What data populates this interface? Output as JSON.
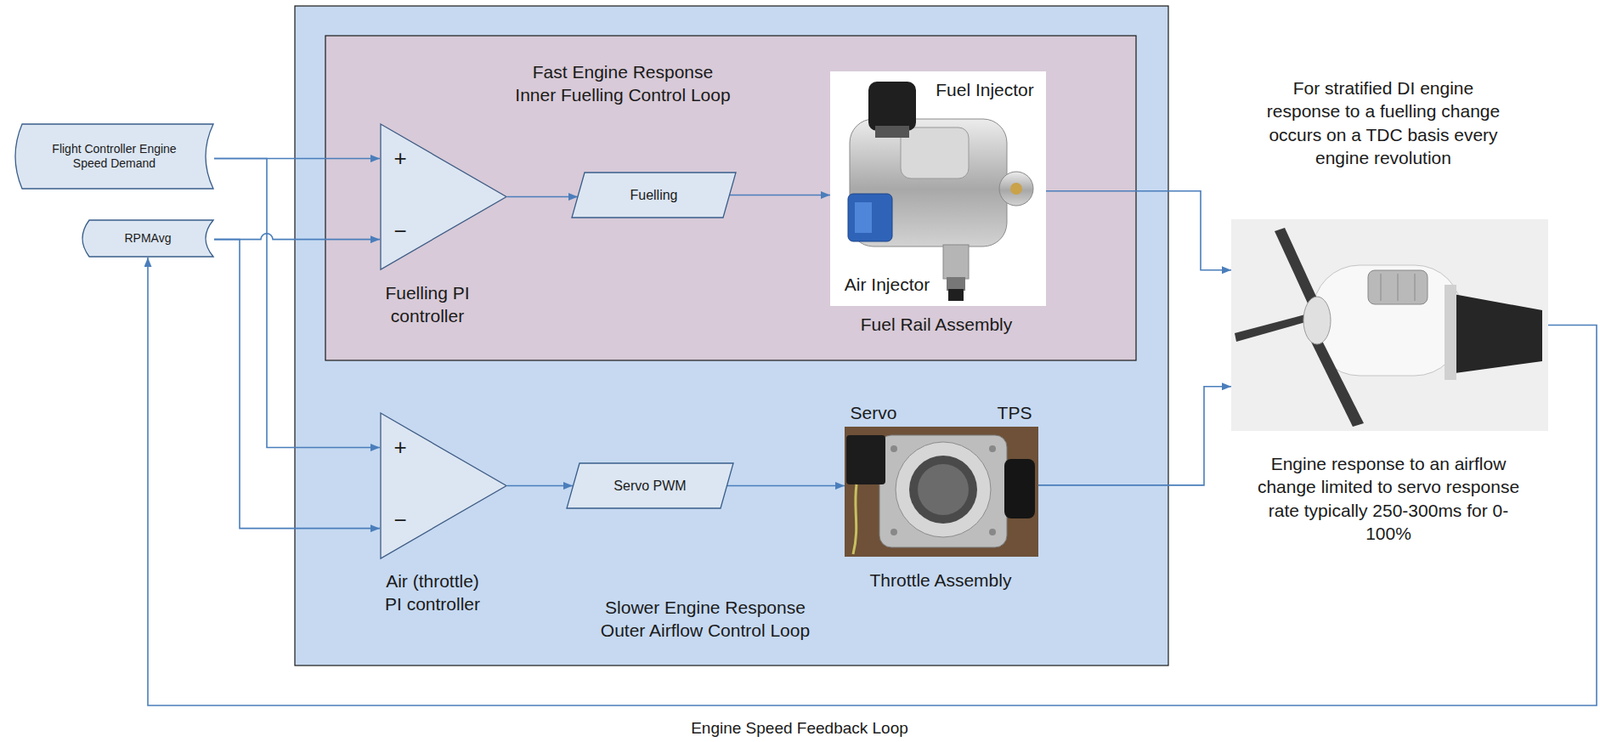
{
  "diagram": {
    "nodes": [
      {
        "text": [
          "Flight Controller Engine Speed Demand"
        ]
      },
      {
        "text": [
          "RPMAvg"
        ]
      },
      {
        "text": [
          "Slower Engine Response Outer Airflow Control Loop"
        ]
      },
      {
        "text": [
          "Fast Engine Response Inner Fuelling Control Loop"
        ],
        "in": 2
      },
      {
        "text": [
          "+",
          "−",
          "Fuelling PI controller"
        ],
        "in": 3
      },
      {
        "text": [
          "Fuelling"
        ],
        "in": 3
      },
      {
        "text": [
          "Fuel Injector",
          "Air Injector",
          "Fuel Rail Assembly"
        ],
        "in": 3
      },
      {
        "text": [
          "For stratified DI engine response to a fuelling change occurs on a TDC basis every engine revolution",
          "Engine response to an airflow change limited to servo response rate typically 250-300ms for 0-100%"
        ]
      },
      {
        "text": [
          "+",
          "−",
          "Air (throttle) PI controller"
        ],
        "in": 2
      },
      {
        "text": [
          "Servo PWM"
        ],
        "in": 2
      },
      {
        "text": [
          "Servo",
          "TPS",
          "Throttle Assembly"
        ],
        "in": 2
      }
    ],
    "edges": [
      {
        "from": 0,
        "to": 4,
        "arrow": "to"
      },
      {
        "from": 0,
        "to": 8,
        "arrow": "to"
      },
      {
        "from": 1,
        "to": 4,
        "arrow": "to"
      },
      {
        "from": 1,
        "to": 8,
        "arrow": "to"
      },
      {
        "from": 4,
        "to": 5,
        "arrow": "to"
      },
      {
        "from": 5,
        "to": 6,
        "arrow": "to"
      },
      {
        "from": 6,
        "to": 7,
        "arrow": "to"
      },
      {
        "from": 8,
        "to": 9,
        "arrow": "to"
      },
      {
        "from": 9,
        "to": 10,
        "arrow": "to"
      },
      {
        "from": 10,
        "to": 7,
        "arrow": "to"
      },
      {
        "from": 7,
        "to": 1,
        "label": "Engine Speed Feedback Loop",
        "arrow": "to"
      }
    ]
  }
}
